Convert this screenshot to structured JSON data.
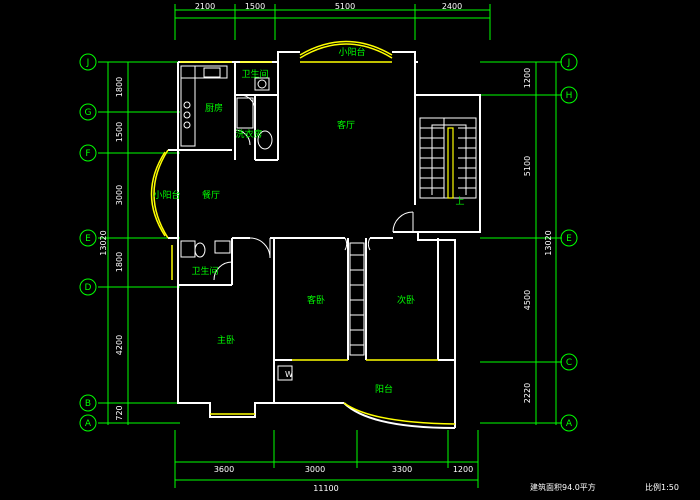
{
  "drawing": {
    "top_dims": [
      "2100",
      "1500",
      "5100",
      "2400"
    ],
    "bottom_dims": [
      "3600",
      "3000",
      "3300",
      "1200"
    ],
    "bottom_total": "11100",
    "left_dims": [
      "1800",
      "1500",
      "3000",
      "1800",
      "4200",
      "720"
    ],
    "left_total": "13020",
    "right_dims": [
      "1200",
      "5100",
      "4500",
      "2220"
    ],
    "right_total": "13020",
    "axes_left": [
      "J",
      "G",
      "F",
      "E",
      "D",
      "B",
      "A"
    ],
    "axes_right": [
      "J",
      "H",
      "E",
      "C",
      "A"
    ],
    "rooms": {
      "small_balcony_top": "小阳台",
      "bath_top": "卫生间",
      "kitchen": "厨房",
      "living": "客厅",
      "laundry": "洗衣房",
      "small_balcony_left": "小阳台",
      "dining": "餐厅",
      "bath_lower": "卫生间",
      "guest_bed": "客卧",
      "second_bed": "次卧",
      "master_bed": "主卧",
      "balcony": "阳台"
    },
    "stair_up": "上",
    "w_mark": "W",
    "area_note": "建筑面积94.0平方",
    "scale_note": "比例1:50"
  }
}
